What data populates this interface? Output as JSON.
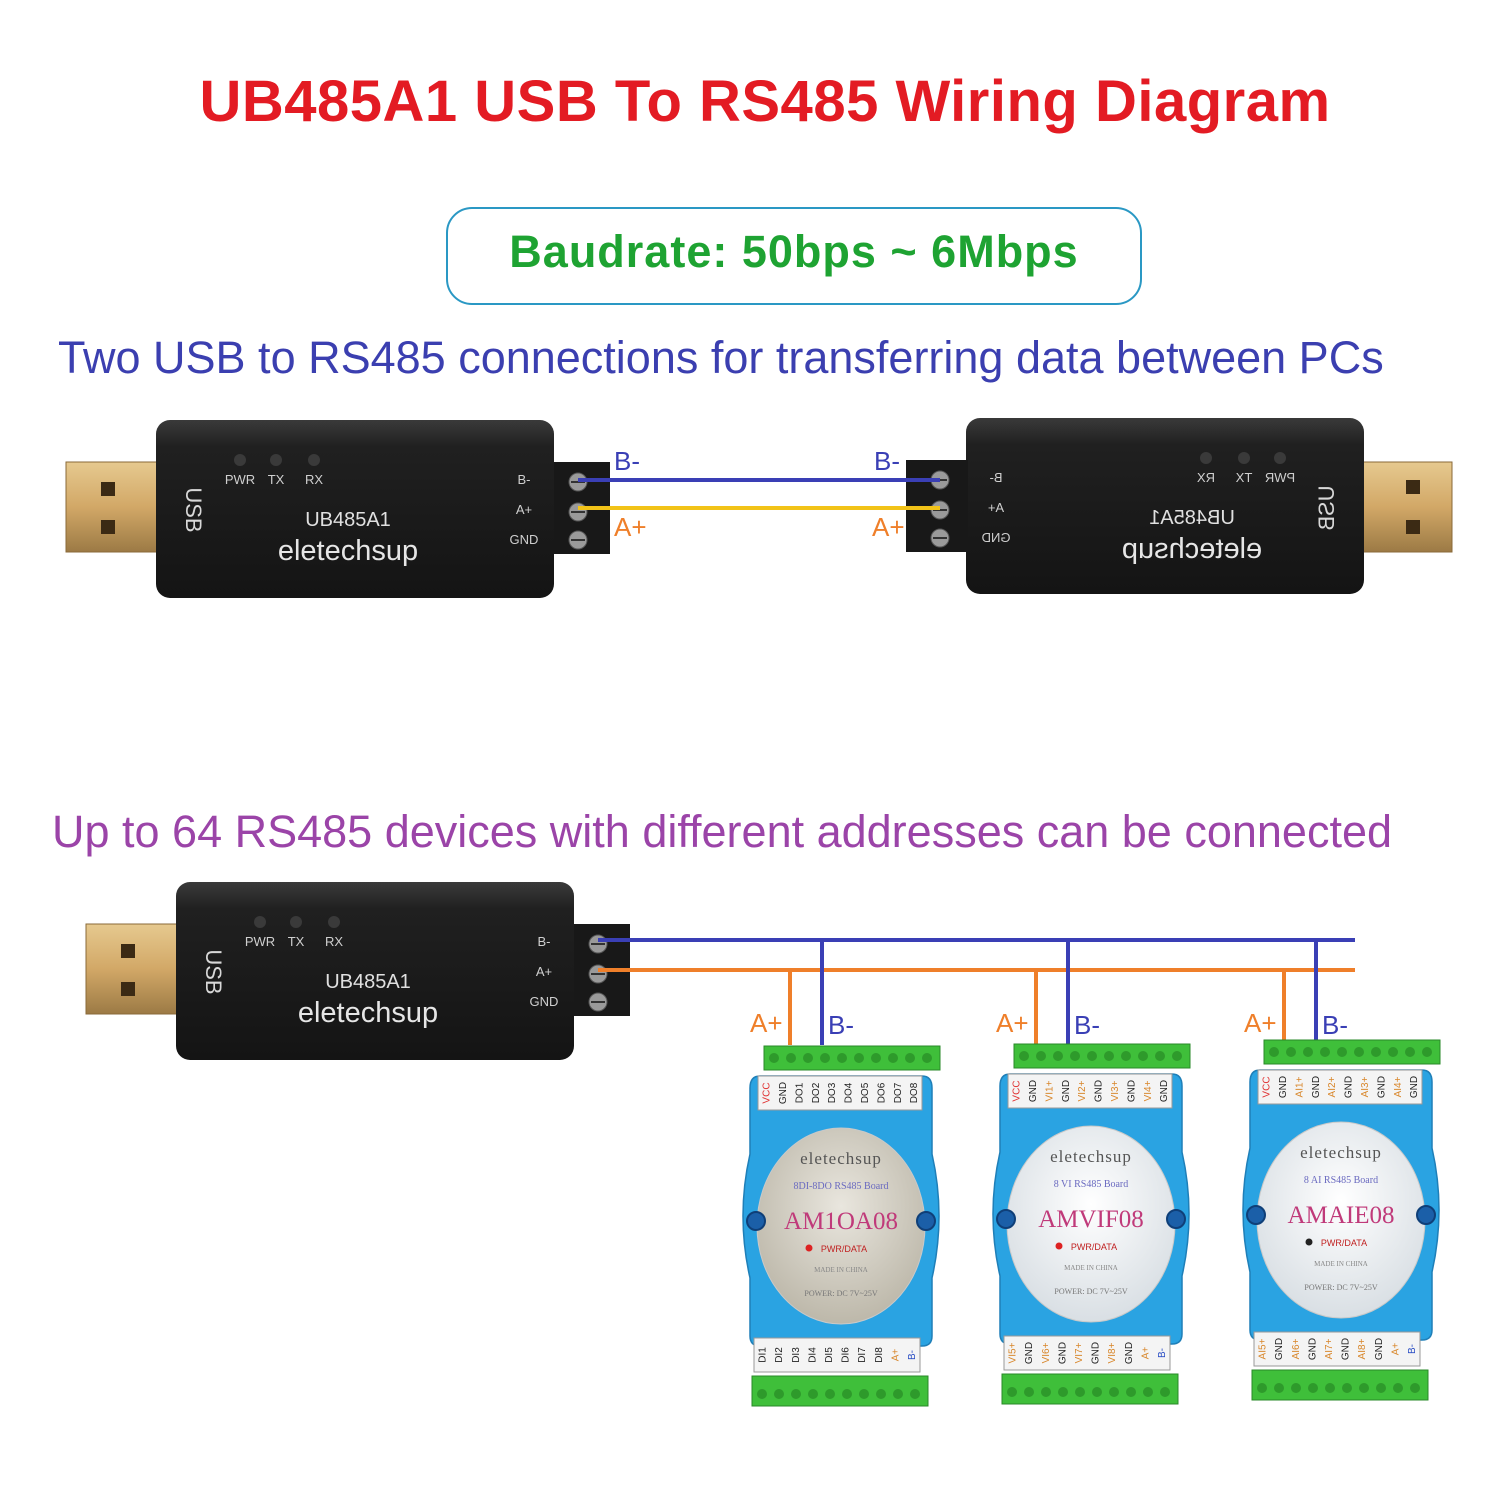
{
  "title": "UB485A1 USB To RS485 Wiring Diagram",
  "baudrate": "Baudrate: 50bps ~ 6Mbps",
  "section1": {
    "caption": "Two USB to RS485 connections for transferring data between PCs",
    "adapter": {
      "usb_label": "USB",
      "leds": [
        "PWR",
        "TX",
        "RX"
      ],
      "model": "UB485A1",
      "brand": "eletechsup",
      "pins": [
        "B-",
        "A+",
        "GND"
      ]
    },
    "wire_labels": {
      "b": "B-",
      "a": "A+"
    }
  },
  "section2": {
    "caption": "Up to 64 RS485 devices with different addresses can be connected",
    "modules": [
      {
        "brand": "eletechsup",
        "subtitle": "8DI-8DO RS485 Board",
        "model": "AM1OA08",
        "led_label": "PWR/DATA",
        "made": "MADE IN CHINA",
        "power": "POWER: DC 7V~25V",
        "top_pins": [
          "VCC",
          "GND",
          "DO1",
          "DO2",
          "DO3",
          "DO4",
          "DO5",
          "DO6",
          "DO7",
          "DO8"
        ],
        "bottom_pins": [
          "DI1",
          "DI2",
          "DI3",
          "DI4",
          "DI5",
          "DI6",
          "DI7",
          "DI8",
          "A+",
          "B-"
        ]
      },
      {
        "brand": "eletechsup",
        "subtitle": "8 VI RS485 Board",
        "model": "AMVIF08",
        "led_label": "PWR/DATA",
        "made": "MADE IN CHINA",
        "power": "POWER: DC 7V~25V",
        "top_pins": [
          "VCC",
          "GND",
          "VI1+",
          "GND",
          "VI2+",
          "GND",
          "VI3+",
          "GND",
          "VI4+",
          "GND"
        ],
        "bottom_pins": [
          "VI5+",
          "GND",
          "VI6+",
          "GND",
          "VI7+",
          "GND",
          "VI8+",
          "GND",
          "A+",
          "B-"
        ]
      },
      {
        "brand": "eletechsup",
        "subtitle": "8 AI RS485 Board",
        "model": "AMAIE08",
        "led_label": "PWR/DATA",
        "made": "MADE IN CHINA",
        "power": "POWER: DC 7V~25V",
        "top_pins": [
          "VCC",
          "GND",
          "AI1+",
          "GND",
          "AI2+",
          "GND",
          "AI3+",
          "GND",
          "AI4+",
          "GND"
        ],
        "bottom_pins": [
          "AI5+",
          "GND",
          "AI6+",
          "GND",
          "AI7+",
          "GND",
          "AI8+",
          "GND",
          "A+",
          "B-"
        ]
      }
    ],
    "wire_labels": {
      "b": "B-",
      "a": "A+"
    }
  },
  "colors": {
    "title": "#e31b23",
    "baudrate": "#1ea332",
    "caption1": "#3b3fb0",
    "caption2": "#9b44a8",
    "wire_b": "#3a3fb5",
    "wire_a_top": "#f2c318",
    "wire_a_bottom": "#ef7f2a",
    "module_blue": "#2aa3e2",
    "terminal_green": "#3fbf3a"
  }
}
